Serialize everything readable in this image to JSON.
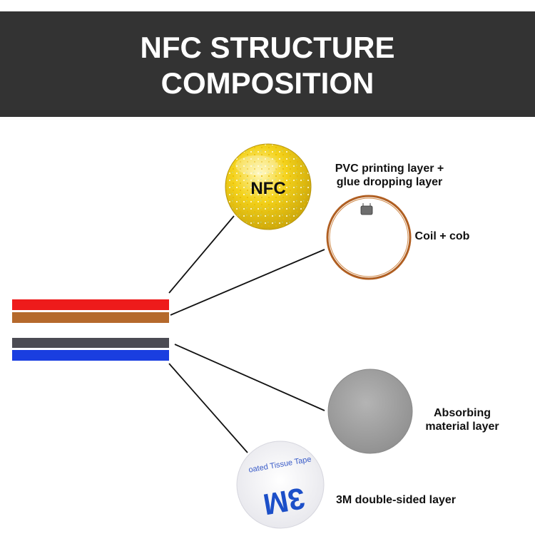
{
  "header": {
    "title_line1": "NFC STRUCTURE",
    "title_line2": "COMPOSITION"
  },
  "layers": [
    {
      "label_line1": "PVC printing layer +",
      "label_line2": "glue dropping layer",
      "badge_text": "NFC",
      "color": "#f4d21a"
    },
    {
      "label_line1": "Coil + cob",
      "label_line2": "",
      "color": "#b05f22"
    },
    {
      "label_line1": "Absorbing",
      "label_line2": "material layer",
      "color": "#9e9e9e"
    },
    {
      "label_line1": "3M double-sided layer",
      "label_line2": "",
      "tape_text": "oated Tissue Tape",
      "logo_text": "3M",
      "color": "#1c3fd1"
    }
  ],
  "stack_colors": {
    "pvc": "#ee1b1b",
    "coil": "#b5692c",
    "absorbing": "#4b4b53",
    "tape": "#1a3ee0"
  }
}
